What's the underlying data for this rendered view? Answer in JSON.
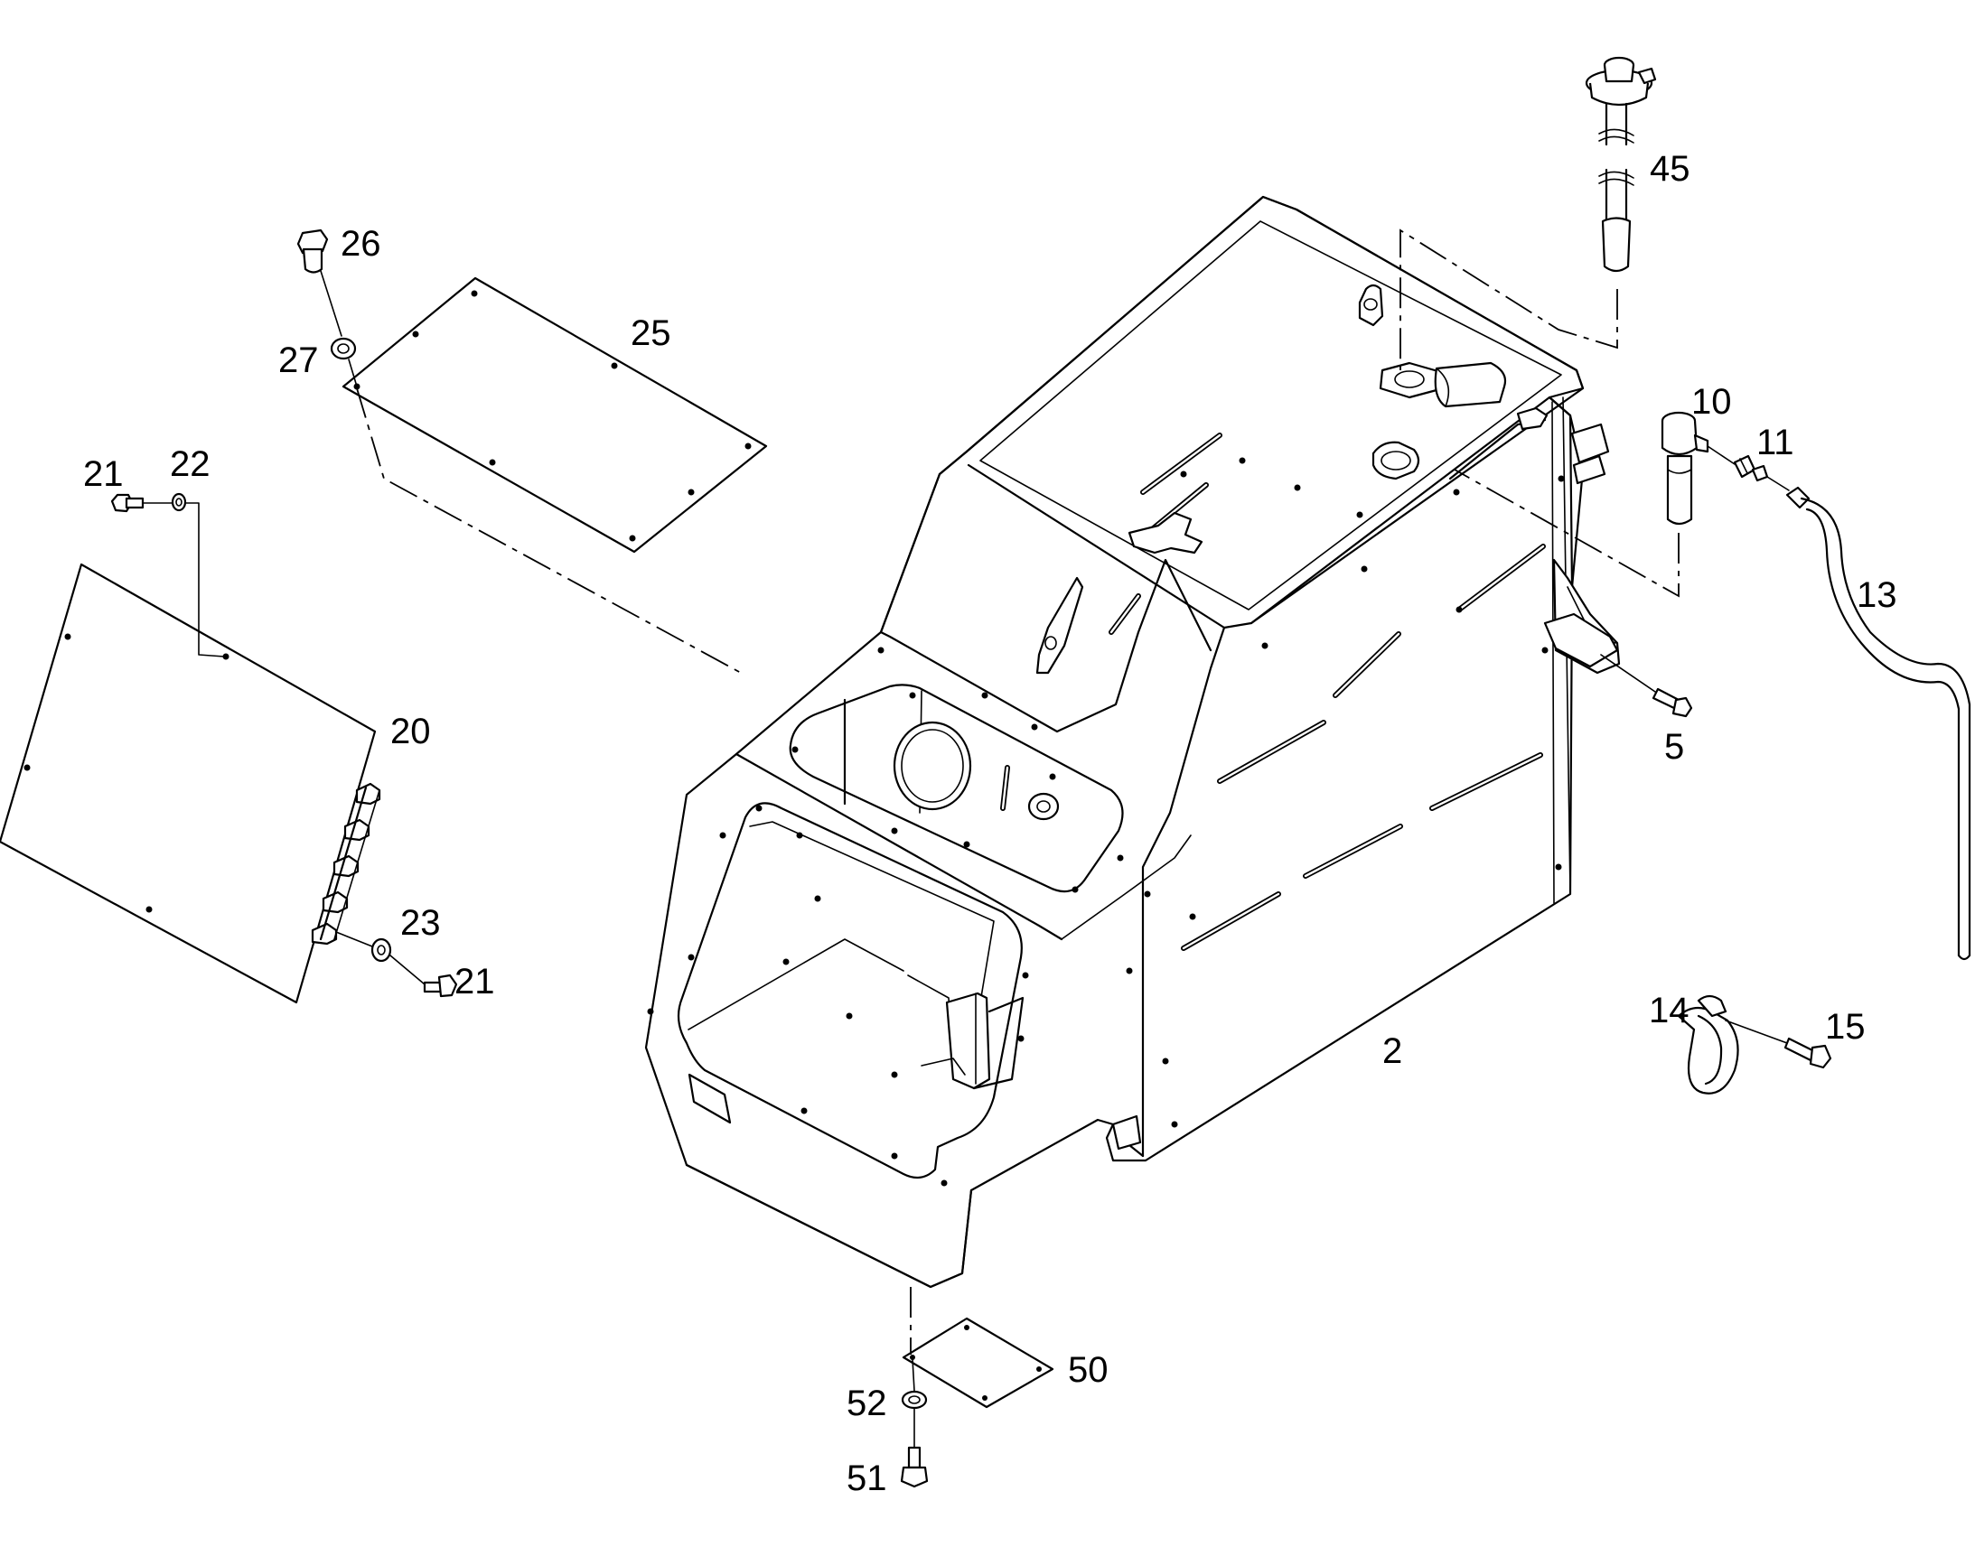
{
  "diagram": {
    "callouts": [
      {
        "id": "2",
        "text": "2"
      },
      {
        "id": "5",
        "text": "5"
      },
      {
        "id": "10",
        "text": "10"
      },
      {
        "id": "11",
        "text": "11"
      },
      {
        "id": "13",
        "text": "13"
      },
      {
        "id": "14",
        "text": "14"
      },
      {
        "id": "15",
        "text": "15"
      },
      {
        "id": "20",
        "text": "20"
      },
      {
        "id": "21a",
        "text": "21"
      },
      {
        "id": "21b",
        "text": "21"
      },
      {
        "id": "22",
        "text": "22"
      },
      {
        "id": "23",
        "text": "23"
      },
      {
        "id": "25",
        "text": "25"
      },
      {
        "id": "26",
        "text": "26"
      },
      {
        "id": "27",
        "text": "27"
      },
      {
        "id": "45",
        "text": "45"
      },
      {
        "id": "50",
        "text": "50"
      },
      {
        "id": "51",
        "text": "51"
      },
      {
        "id": "52",
        "text": "52"
      }
    ]
  }
}
